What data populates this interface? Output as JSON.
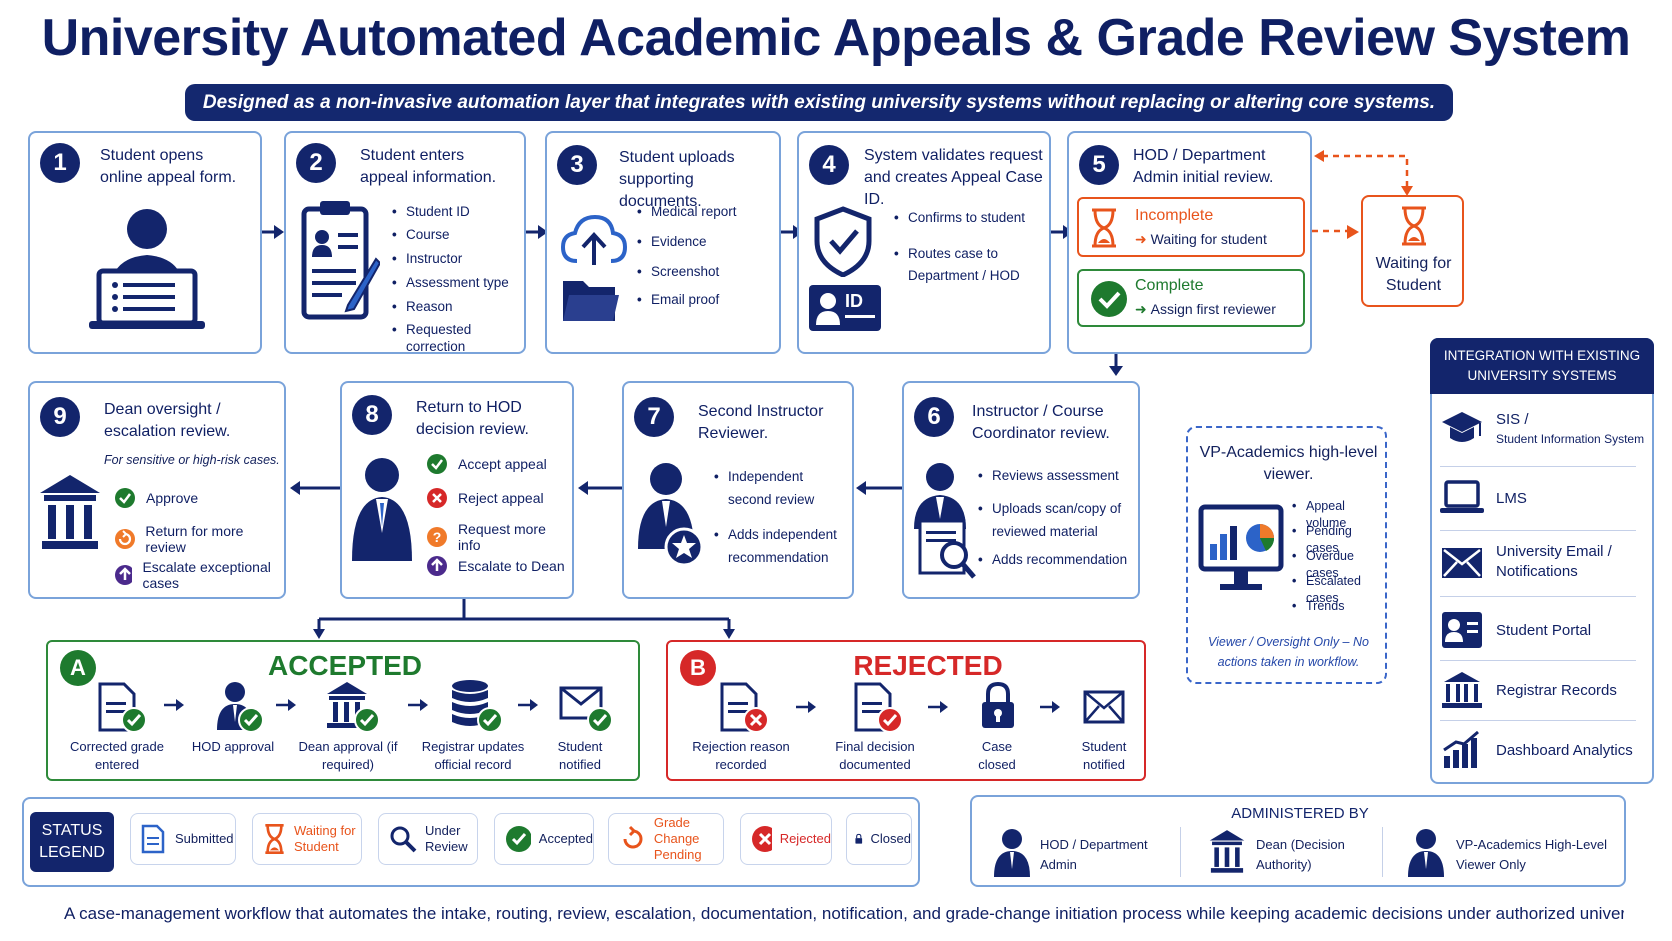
{
  "title": "University Automated Academic Appeals & Grade Review System",
  "subtitle": "Designed as a non-invasive automation layer that integrates with existing university systems without replacing or altering core systems.",
  "steps": [
    {
      "num": "1",
      "title": "Student opens online appeal form.",
      "bullets": []
    },
    {
      "num": "2",
      "title": "Student enters appeal information.",
      "bullets": [
        "Student ID",
        "Course",
        "Instructor",
        "Assessment type",
        "Reason",
        "Requested correction"
      ]
    },
    {
      "num": "3",
      "title": "Student uploads supporting documents.",
      "bullets": [
        "Medical report",
        "Evidence",
        "Screenshot",
        "Email proof"
      ]
    },
    {
      "num": "4",
      "title": "System validates request and creates Appeal Case ID.",
      "bullets": [
        "Confirms to student",
        "Routes case to Department / HOD"
      ]
    },
    {
      "num": "5",
      "title": "HOD / Department Admin initial review.",
      "bullets": []
    },
    {
      "num": "6",
      "title": "Instructor / Course Coordinator review.",
      "bullets": [
        "Reviews assessment",
        "Uploads scan/copy of reviewed material",
        "Adds recommendation"
      ]
    },
    {
      "num": "7",
      "title": "Second Instructor Reviewer.",
      "bullets": [
        "Independent second review",
        "Adds independent recommendation"
      ]
    },
    {
      "num": "8",
      "title": "Return to HOD decision review.",
      "bullets": [
        "Accept appeal",
        "Reject appeal",
        "Request more info",
        "Escalate to Dean"
      ]
    },
    {
      "num": "9",
      "title": "Dean oversight / escalation review.",
      "note": "For sensitive or high-risk cases.",
      "bullets": [
        "Approve",
        "Return for more review",
        "Escalate exceptional cases"
      ]
    }
  ],
  "step4_id": "ID",
  "step5_status": {
    "incomplete": {
      "label": "Incomplete",
      "sub": "Waiting for student"
    },
    "complete": {
      "label": "Complete",
      "sub": "Assign first reviewer"
    },
    "waiting_box": "Waiting for Student"
  },
  "vp_viewer": {
    "title": "VP-Academics high-level viewer.",
    "bullets": [
      "Appeal volume",
      "Pending cases",
      "Overdue cases",
      "Escalated cases",
      "Trends"
    ],
    "note": "Viewer / Oversight Only – No actions taken in workflow."
  },
  "integration": {
    "header": "INTEGRATION WITH EXISTING UNIVERSITY SYSTEMS",
    "items": [
      {
        "label": "SIS /",
        "sub": "Student Information System",
        "icon": "graduation-cap-icon"
      },
      {
        "label": "LMS",
        "sub": "",
        "icon": "laptop-icon"
      },
      {
        "label": "University Email / Notifications",
        "sub": "",
        "icon": "email-icon"
      },
      {
        "label": "Student Portal",
        "sub": "",
        "icon": "id-card-icon"
      },
      {
        "label": "Registrar Records",
        "sub": "",
        "icon": "building-icon"
      },
      {
        "label": "Dashboard Analytics",
        "sub": "",
        "icon": "bar-chart-icon"
      }
    ]
  },
  "accepted": {
    "letter": "A",
    "title": "ACCEPTED",
    "steps": [
      "Corrected grade entered",
      "HOD approval",
      "Dean approval (if required)",
      "Registrar updates official record",
      "Student notified"
    ]
  },
  "rejected": {
    "letter": "B",
    "title": "REJECTED",
    "steps": [
      "Rejection reason recorded",
      "Final decision documented",
      "Case closed",
      "Student notified"
    ]
  },
  "legend": {
    "title": "STATUS LEGEND",
    "items": [
      "Submitted",
      "Waiting for Student",
      "Under Review",
      "Accepted",
      "Grade Change Pending",
      "Rejected",
      "Closed"
    ]
  },
  "administered": {
    "title": "ADMINISTERED BY",
    "items": [
      {
        "label": "HOD / Department Admin"
      },
      {
        "label": "Dean (Decision Authority)"
      },
      {
        "label": "VP-Academics High-Level Viewer Only"
      }
    ]
  },
  "footer": "A case-management workflow that automates the intake, routing, review, escalation, documentation, notification, and grade-change initiation process while keeping academic decisions under authorized university staff....",
  "colors": {
    "navy": "#13256c",
    "green": "#1e7a2e",
    "red": "#d62828",
    "orange": "#f07a2a",
    "purple": "#4b2a8c",
    "border": "#7aa3da"
  }
}
